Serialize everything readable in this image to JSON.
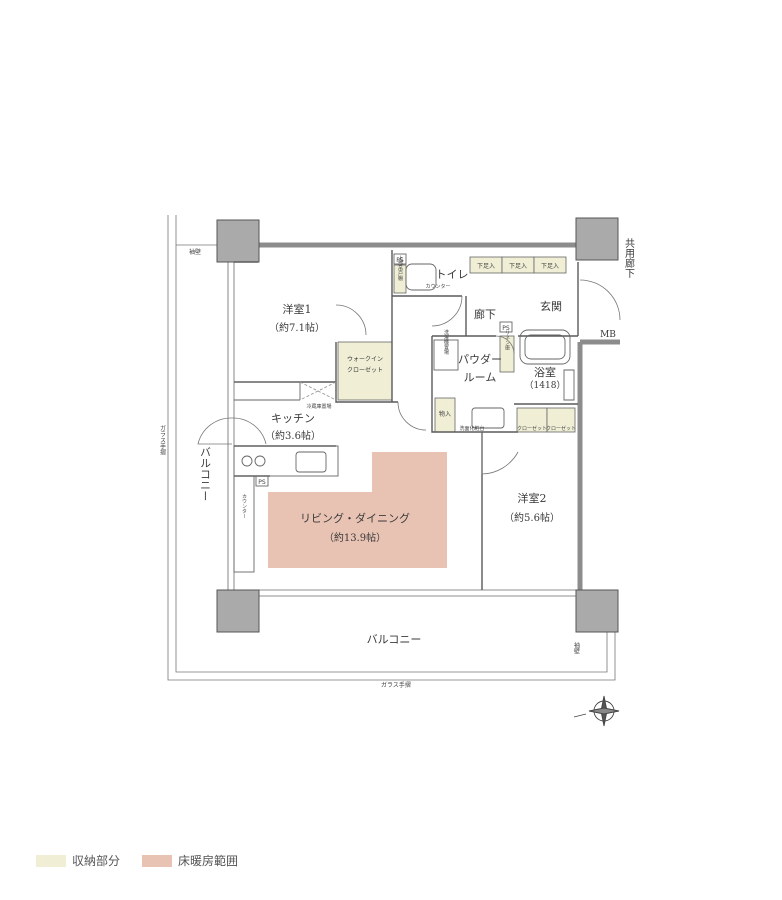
{
  "colors": {
    "storage": "#f0efd6",
    "floor_heating": "#e8c2b3",
    "wall": "#8c8c8c",
    "pillar": "#aaaaaa",
    "line": "#5a5a5a"
  },
  "rooms": {
    "western1": "洋室1",
    "western1_size": "（約7.1帖）",
    "walkin1": "ウォークイン",
    "walkin2": "クローゼット",
    "kitchen": "キッチン",
    "kitchen_size": "（約3.6帖）",
    "living": "リビング・ダイニング",
    "living_size": "（約13.9帖）",
    "western2": "洋室2",
    "western2_size": "（約5.6帖）",
    "toilet": "トイレ",
    "hallway": "廊下",
    "entrance": "玄関",
    "powder1": "パウダー",
    "powder2": "ルーム",
    "bath": "浴室",
    "bath_size": "（1418）",
    "balcony_side": "バルコニー",
    "balcony_bottom": "バルコニー",
    "shared_corridor": "共用廊下",
    "mb": "MB"
  },
  "small_labels": {
    "ps1": "PS",
    "ps2": "PS",
    "ps3": "PS",
    "shoe1": "下足入",
    "shoe2": "下足入",
    "shoe3": "下足入",
    "counter1": "カウンター",
    "counter2": "カウンター",
    "upper_cabinet": "上部吊戸棚",
    "fridge": "冷蔵庫置場",
    "washer": "洗濯機置場",
    "linen": "リネン庫",
    "storage_room": "物入",
    "vanity": "洗面化粧台",
    "closet1": "クローゼット",
    "closet2": "クローゼット",
    "glass_rail_left": "ガラス手摺",
    "glass_rail_bottom": "ガラス手摺",
    "wall_top": "袖壁",
    "wall_right": "袖壁"
  },
  "legend": {
    "storage": "収納部分",
    "floor_heating": "床暖房範囲"
  }
}
